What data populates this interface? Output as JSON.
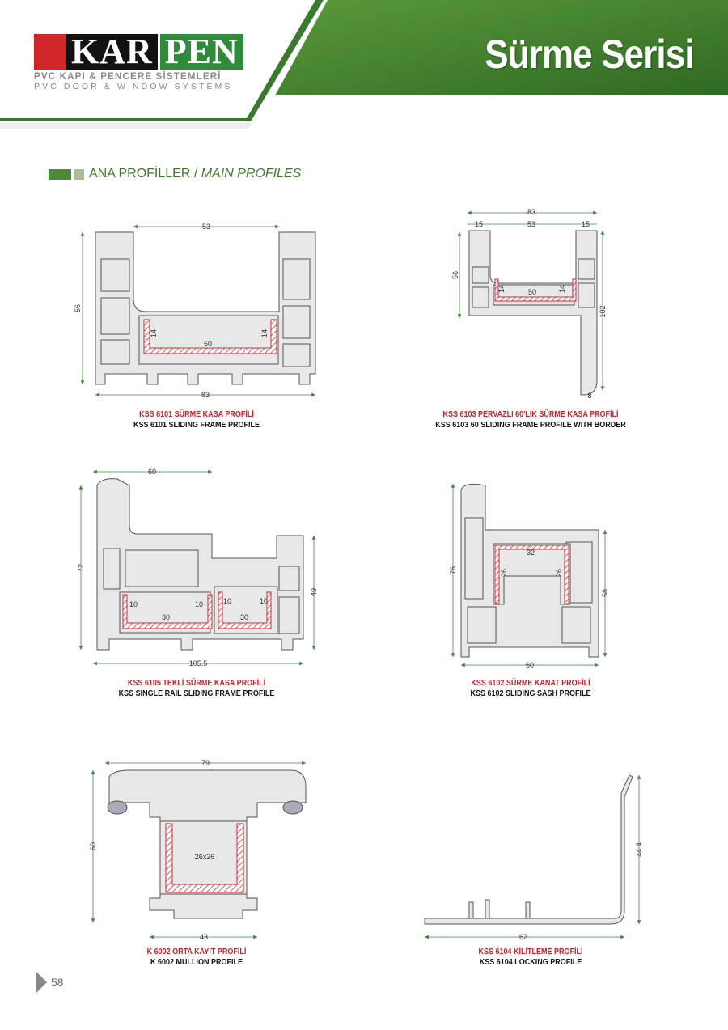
{
  "header": {
    "title": "Sürme Serisi",
    "logo": {
      "part1": "KAR",
      "part2": "PEN",
      "tagline_tr": "PVC KAPI & PENCERE SİSTEMLERİ",
      "tagline_en": "PVC DOOR & WINDOW SYSTEMS"
    },
    "brand_green": "#3d7a2e",
    "accent_red": "#c8202a"
  },
  "section": {
    "title_tr": "ANA PROFİLLER",
    "separator": " / ",
    "title_en": "MAIN PROFILES"
  },
  "profiles": [
    {
      "name_tr": "KSS 6101 SÜRME KASA PROFİLİ",
      "name_en": "KSS 6101 SLIDING FRAME PROFILE",
      "dims": [
        "53",
        "56",
        "83",
        "14",
        "14",
        "50"
      ]
    },
    {
      "name_tr": "KSS 6103 PERVAZLI 60'LIK SÜRME KASA PROFİLİ",
      "name_en": "KSS 6103 60 SLIDING FRAME PROFILE WITH BORDER",
      "dims": [
        "83",
        "15",
        "53",
        "15",
        "56",
        "102",
        "8",
        "14",
        "14",
        "50"
      ]
    },
    {
      "name_tr": "KSS 6105 TEKLİ SÜRME KASA PROFİLİ",
      "name_en": "KSS SINGLE RAIL SLIDING FRAME PROFILE",
      "dims": [
        "60",
        "72",
        "49",
        "105.5",
        "10",
        "10",
        "30",
        "10",
        "10",
        "30"
      ]
    },
    {
      "name_tr": "KSS 6102 SÜRME KANAT PROFİLİ",
      "name_en": "KSS 6102 SLIDING SASH PROFILE",
      "dims": [
        "76",
        "58",
        "60",
        "32",
        "26",
        "26"
      ]
    },
    {
      "name_tr": "K 6002 ORTA KAYIT PROFİLİ",
      "name_en": "K 6002 MULLION PROFILE",
      "dims": [
        "79",
        "60",
        "43",
        "26x26"
      ]
    },
    {
      "name_tr": "KSS 6104 KİLİTLEME PROFİLİ",
      "name_en": "KSS 6104 LOCKING PROFILE",
      "dims": [
        "44.4",
        "62"
      ]
    }
  ],
  "page_number": "58"
}
